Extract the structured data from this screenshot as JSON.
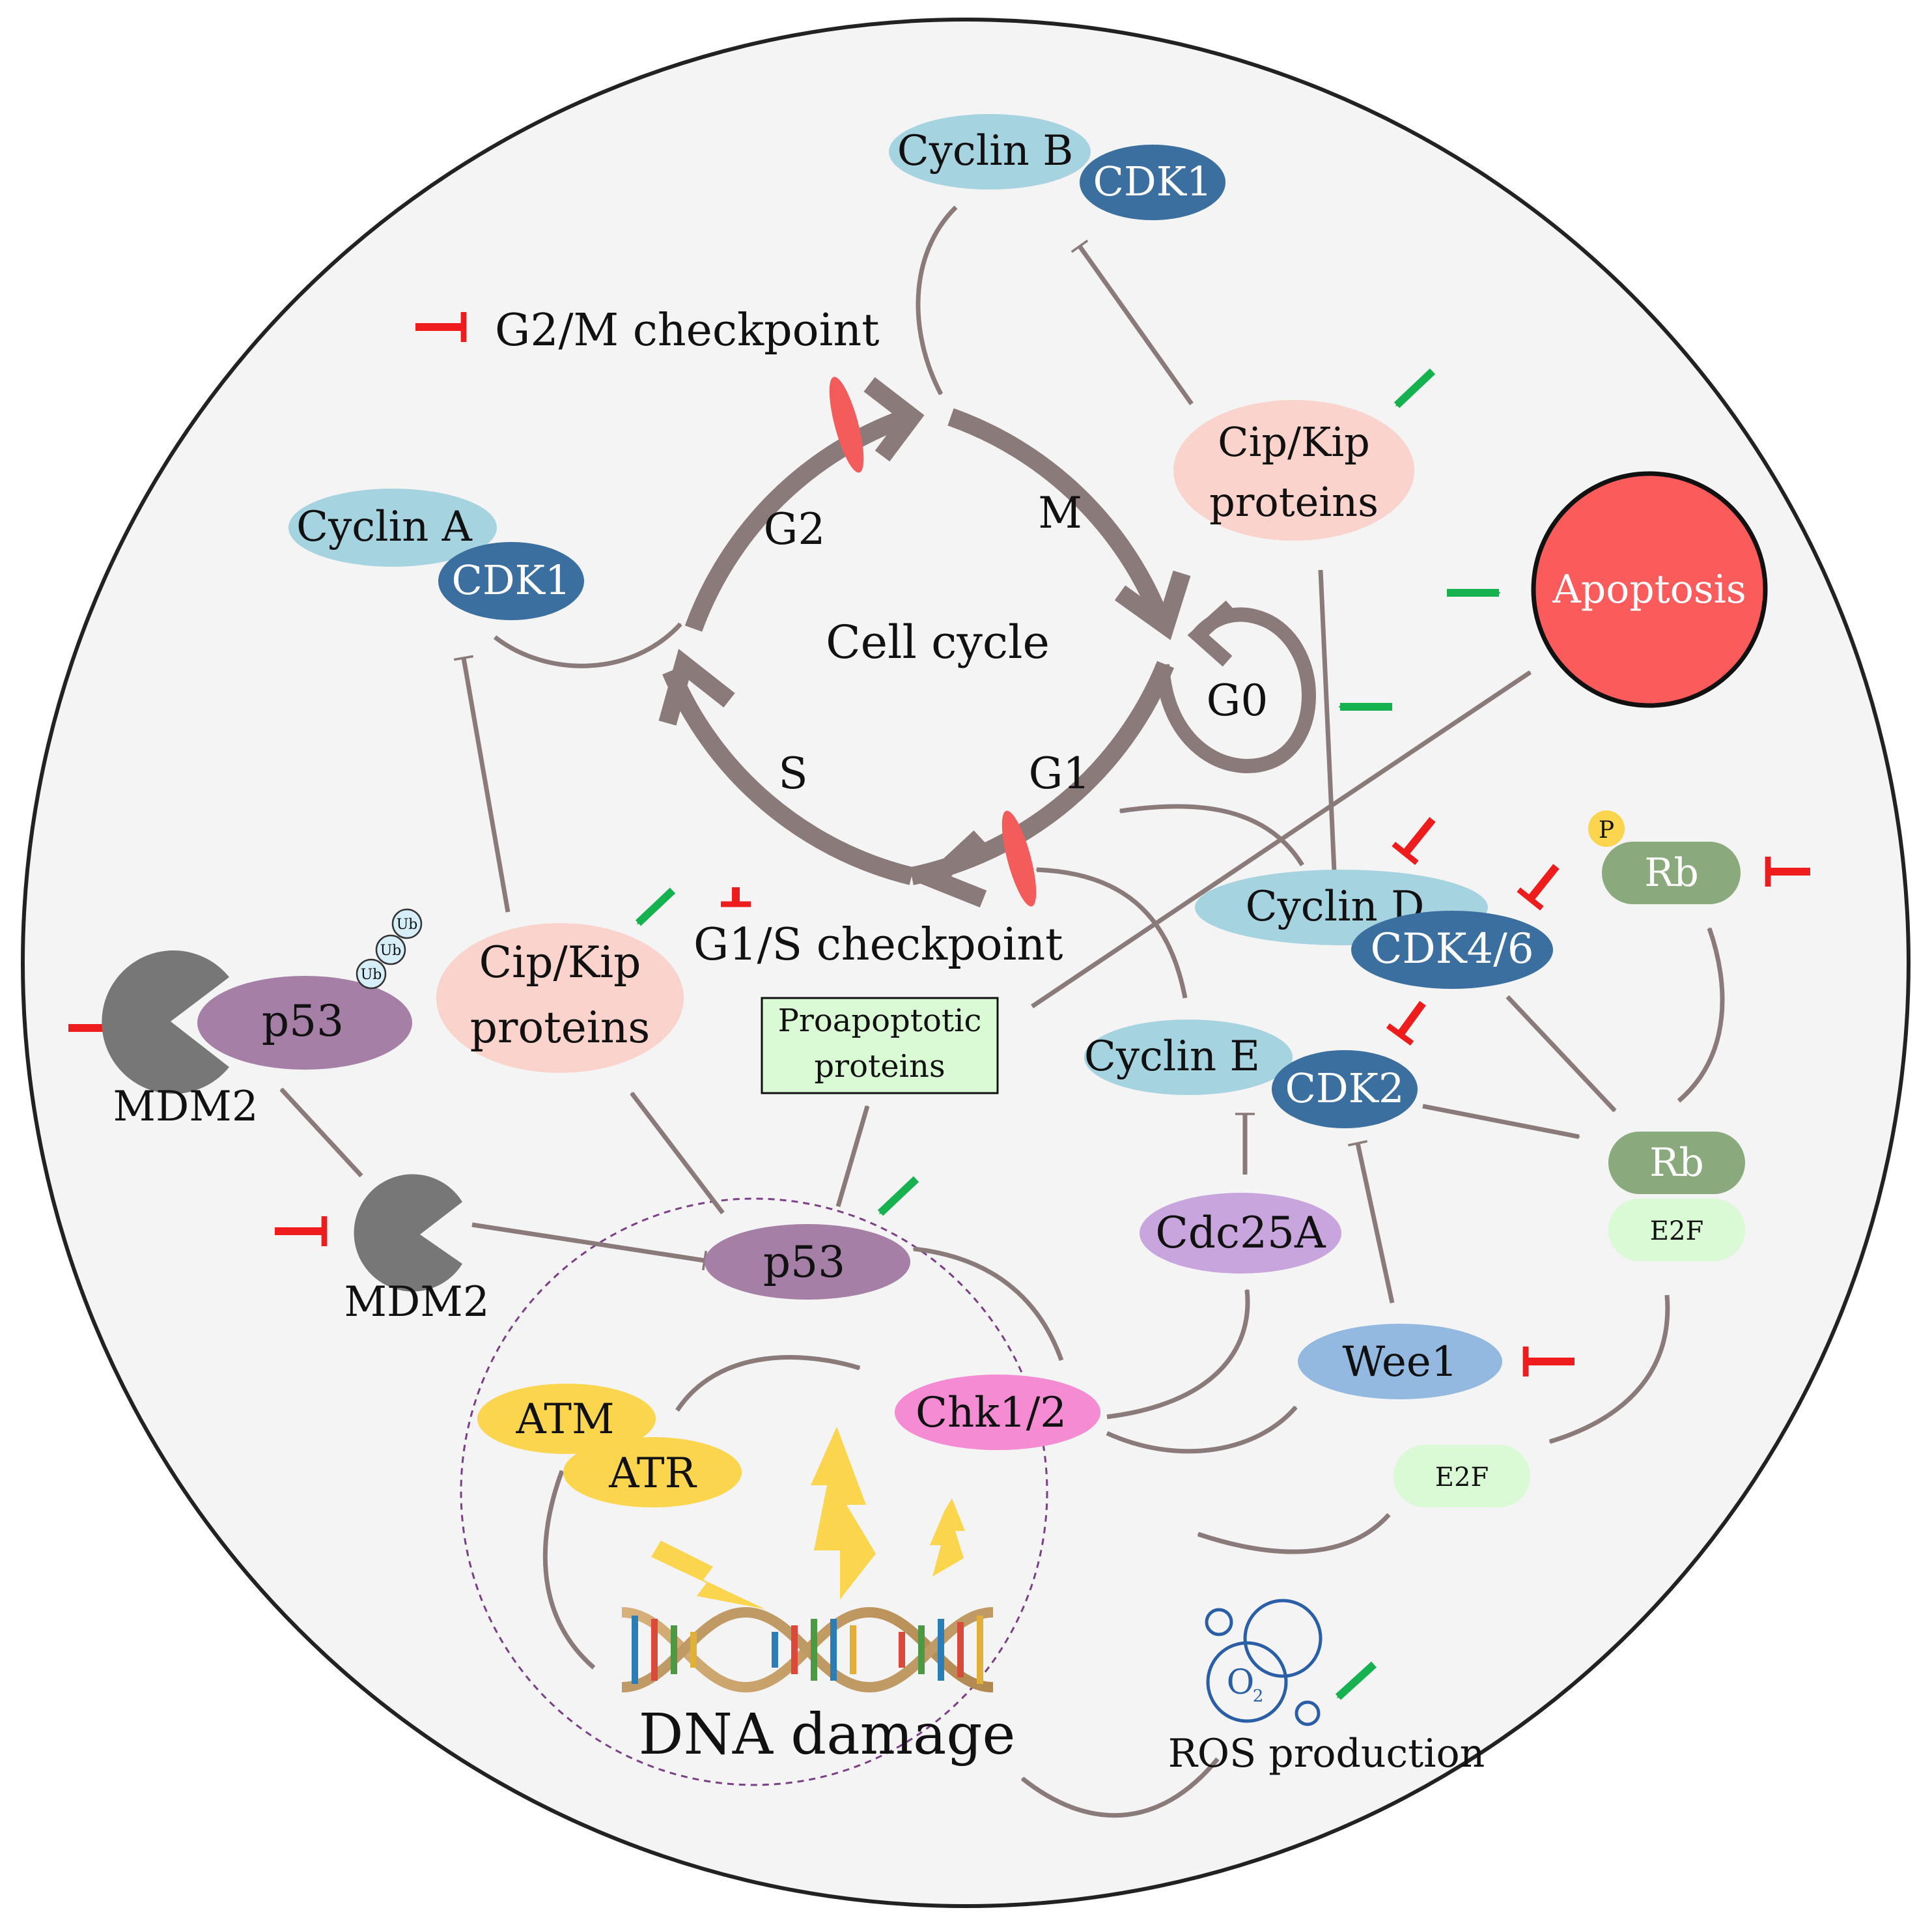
{
  "cycle": {
    "center_label": "Cell cycle",
    "phase_m": "M",
    "phase_g2": "G2",
    "phase_s": "S",
    "phase_g1": "G1",
    "phase_g0": "G0"
  },
  "checkpoints": {
    "g2m": "G2/M checkpoint",
    "g1s": "G1/S checkpoint"
  },
  "proteins": {
    "cyclin_b": "Cyclin B",
    "cdk1_b": "CDK1",
    "cyclin_a": "Cyclin A",
    "cdk1_a": "CDK1",
    "cip_kip_top_line1": "Cip/Kip",
    "cip_kip_top_line2": "proteins",
    "cip_kip_left_line1": "Cip/Kip",
    "cip_kip_left_line2": "proteins",
    "apoptosis": "Apoptosis",
    "cyclin_d": "Cyclin D",
    "cdk46": "CDK4/6",
    "cyclin_e": "Cyclin E",
    "cdk2": "CDK2",
    "rb_phospho": "Rb",
    "phospho_badge": "P",
    "rb_bound": "Rb",
    "e2f_bound": "E2F",
    "e2f_free": "E2F",
    "proapoptotic_line1": "Proapoptotic",
    "proapoptotic_line2": "proteins",
    "p53_left": "p53",
    "mdm2_left": "MDM2",
    "mdm2_center": "MDM2",
    "p53_center": "p53",
    "ubiquitin": "Ub",
    "cdc25a": "Cdc25A",
    "wee1": "Wee1",
    "chk12": "Chk1/2",
    "atm": "ATM",
    "atr": "ATR",
    "dna_damage": "DNA damage",
    "ros": "ROS production",
    "oxygen_symbol": "O",
    "oxygen_subscript": "2"
  },
  "colors": {
    "background": "#f4f4f4",
    "arrow_gray": "#8a7a7a",
    "cyclin_light_blue": "#a6d3e0",
    "cdk_dark_blue": "#3b6fa0",
    "cip_kip_pink": "#f9d3cc",
    "apoptosis_red": "#fb5b5b",
    "rb_green": "#8aaa7e",
    "e2f_light_green": "#daf9d5",
    "p53_purple": "#a67fa7",
    "mdm2_gray": "#777777",
    "cdc25a_lavender": "#c8a5dd",
    "wee1_blue": "#93b9e0",
    "chk_pink": "#f48bd3",
    "atm_yellow": "#fbd54d",
    "checkpoint_marker_red": "#f45c5c",
    "inhibit_red": "#ee1c1c",
    "upregulate_green": "#16b24f",
    "nucleus_border_purple": "#7a3f86"
  }
}
